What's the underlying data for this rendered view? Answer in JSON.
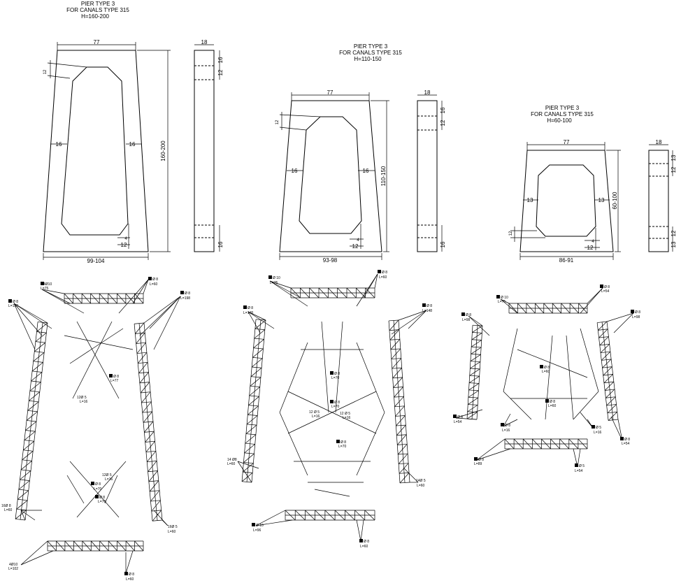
{
  "piers": [
    {
      "title": {
        "line1": "PIER TYPE 3",
        "line2": "FOR CANALS TYPE 315",
        "line3": "H=160-200"
      },
      "dims": {
        "top": "77",
        "bottom": "99-104",
        "height": "160-200",
        "side_left": "16",
        "side_right": "16",
        "top_offset": "12",
        "bottom_offset_a": "4",
        "bottom_offset_b": "12",
        "section_width": "18",
        "section_top": "16",
        "section_top2": "12",
        "section_bottom": "16"
      },
      "rebar": [
        {
          "count": "4Ø10",
          "length": "L=75"
        },
        {
          "count": "Ø 8",
          "length": "L=60"
        },
        {
          "count": "Ø 8",
          "length": "L=198"
        },
        {
          "count": "Ø 8",
          "length": "L=198"
        },
        {
          "count": "Ø 8",
          "length": "L=77"
        },
        {
          "count": "12Ø 5",
          "length": "L=16"
        },
        {
          "count": "12Ø 5",
          "length": "L=16"
        },
        {
          "count": "Ø 8",
          "length": "L=70"
        },
        {
          "count": "Ø 8",
          "length": "L=70"
        },
        {
          "count": "16Ø 8",
          "length": "L=60"
        },
        {
          "count": "16Ø 5",
          "length": "L=60"
        },
        {
          "count": "4Ø10",
          "length": "L=102"
        },
        {
          "count": "Ø 8",
          "length": "L=60"
        }
      ]
    },
    {
      "title": {
        "line1": "PIER TYPE 3",
        "line2": "FOR CANALS TYPE 315",
        "line3": "H=110-150"
      },
      "dims": {
        "top": "77",
        "bottom": "93-98",
        "height": "110-150",
        "side_left": "16",
        "side_right": "16",
        "top_offset": "12",
        "bottom_offset_a": "4",
        "bottom_offset_b": "12",
        "section_width": "18",
        "section_top": "16",
        "section_top2": "12",
        "section_bottom": "16"
      },
      "rebar": [
        {
          "count": "Ø 10",
          "length": "L=75"
        },
        {
          "count": "Ø 8",
          "length": "L=60"
        },
        {
          "count": "Ø 8",
          "length": "L=148"
        },
        {
          "count": "Ø 8",
          "length": "L=148"
        },
        {
          "count": "Ø 8",
          "length": "L=70"
        },
        {
          "count": "Ø 8",
          "length": "L=70"
        },
        {
          "count": "12 Ø 5",
          "length": "L=16"
        },
        {
          "count": "12 Ø 5",
          "length": "L=16"
        },
        {
          "count": "Ø 8",
          "length": "L=70"
        },
        {
          "count": "14 Ø8",
          "length": "L=60"
        },
        {
          "count": "14Ø 5",
          "length": "L=60"
        },
        {
          "count": "Ø 10",
          "length": "L=96"
        },
        {
          "count": "Ø 8",
          "length": "L=60"
        }
      ]
    },
    {
      "title": {
        "line1": "PIER TYPE 3",
        "line2": "FOR CANALS TYPE 315",
        "line3": "H=60-100"
      },
      "dims": {
        "top": "77",
        "bottom": "86-91",
        "height": "60-100",
        "side_left": "13",
        "side_right": "13",
        "top_offset": "12",
        "bottom_offset_a": "4",
        "bottom_offset_b": "12",
        "section_width": "18",
        "section_top": "13",
        "section_top2": "12",
        "section_bottom": "13"
      },
      "rebar": [
        {
          "count": "Ø 10",
          "length": "L=75"
        },
        {
          "count": "Ø 8",
          "length": "L=54"
        },
        {
          "count": "Ø 8",
          "length": "L=98"
        },
        {
          "count": "Ø 8",
          "length": "L=98"
        },
        {
          "count": "Ø 8",
          "length": "L=60"
        },
        {
          "count": "Ø 8",
          "length": "L=60"
        },
        {
          "count": "Ø 8",
          "length": "L=54"
        },
        {
          "count": "Ø 8",
          "length": "L=16"
        },
        {
          "count": "Ø 5",
          "length": "L=16"
        },
        {
          "count": "Ø 8",
          "length": "L=54"
        },
        {
          "count": "Ø 8",
          "length": "L=89"
        },
        {
          "count": "Ø 5",
          "length": "L=54"
        }
      ]
    }
  ]
}
